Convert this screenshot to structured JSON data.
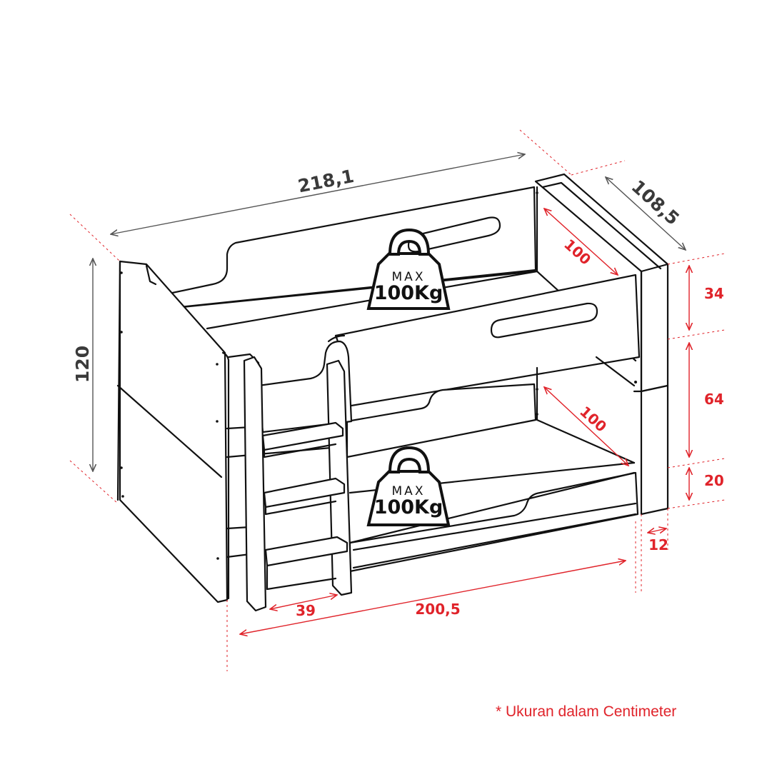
{
  "dimensions": {
    "length_total": "218,1",
    "width_total": "108,5",
    "height_total": "120",
    "top_inner_length": "100",
    "bottom_inner_length": "100",
    "guard_height": "34",
    "clearance_height": "64",
    "lower_frame_height": "20",
    "post_thickness": "12",
    "ladder_width": "39",
    "mattress_length": "200,5"
  },
  "badges": {
    "top": {
      "label": "MAX",
      "capacity": "100Kg"
    },
    "bottom": {
      "label": "MAX",
      "capacity": "100Kg"
    }
  },
  "note": "* Ukuran dalam Centimeter",
  "colors": {
    "accent": "#e0232a",
    "line": "#111111",
    "dim_text": "#3a3a3a"
  }
}
